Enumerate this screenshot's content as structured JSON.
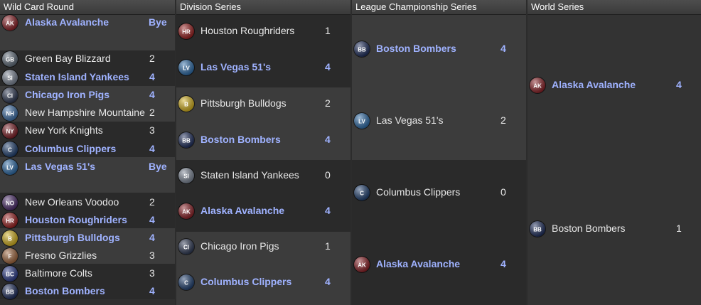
{
  "rounds": [
    {
      "title": "Wild Card Round"
    },
    {
      "title": "Division Series"
    },
    {
      "title": "League Championship Series"
    },
    {
      "title": "World Series"
    }
  ],
  "wildcard": [
    {
      "team": "Alaska Avalanche",
      "score": "Bye",
      "win": true,
      "logo": "alaska-avalanche-logo-icon",
      "color": "#8a1c22",
      "abbr": "AK"
    },
    {
      "team": "Green Bay Blizzard",
      "score": "2",
      "win": false,
      "logo": "green-bay-blizzard-logo-icon",
      "color": "#5d6a78",
      "abbr": "GB"
    },
    {
      "team": "Staten Island Yankees",
      "score": "4",
      "win": true,
      "logo": "staten-island-yankees-logo-icon",
      "color": "#7a8494",
      "abbr": "SI"
    },
    {
      "team": "Chicago Iron Pigs",
      "score": "4",
      "win": true,
      "logo": "chicago-iron-pigs-logo-icon",
      "color": "#2a3550",
      "abbr": "CI"
    },
    {
      "team": "New Hampshire Mountaineers",
      "score": "2",
      "win": false,
      "logo": "new-hampshire-mountaineers-logo-icon",
      "color": "#3b6ea8",
      "abbr": "NH"
    },
    {
      "team": "New York Knights",
      "score": "3",
      "win": false,
      "logo": "new-york-knights-logo-icon",
      "color": "#7a1a22",
      "abbr": "NY"
    },
    {
      "team": "Columbus Clippers",
      "score": "4",
      "win": true,
      "logo": "columbus-clippers-logo-icon",
      "color": "#1c3d6e",
      "abbr": "C"
    },
    {
      "team": "Las Vegas 51's",
      "score": "Bye",
      "win": true,
      "logo": "las-vegas-51s-logo-icon",
      "color": "#2a6aa8",
      "abbr": "LV"
    },
    {
      "team": "New Orleans Voodoo",
      "score": "2",
      "win": false,
      "logo": "new-orleans-voodoo-logo-icon",
      "color": "#4a2a6a",
      "abbr": "NO"
    },
    {
      "team": "Houston Roughriders",
      "score": "4",
      "win": true,
      "logo": "houston-roughriders-logo-icon",
      "color": "#9a1c1c",
      "abbr": "HR"
    },
    {
      "team": "Pittsburgh Bulldogs",
      "score": "4",
      "win": true,
      "logo": "pittsburgh-bulldogs-logo-icon",
      "color": "#d6b21a",
      "abbr": "B"
    },
    {
      "team": "Fresno Grizzlies",
      "score": "3",
      "win": false,
      "logo": "fresno-grizzlies-logo-icon",
      "color": "#a0643a",
      "abbr": "F"
    },
    {
      "team": "Baltimore Colts",
      "score": "3",
      "win": false,
      "logo": "baltimore-colts-logo-icon",
      "color": "#2a3a8a",
      "abbr": "BC"
    },
    {
      "team": "Boston Bombers",
      "score": "4",
      "win": true,
      "logo": "boston-bombers-logo-icon",
      "color": "#1a2a5a",
      "abbr": "BB"
    }
  ],
  "division": [
    {
      "team": "Houston Roughriders",
      "score": "1",
      "win": false,
      "logo": "houston-roughriders-logo-icon",
      "color": "#9a1c1c",
      "abbr": "HR"
    },
    {
      "team": "Las Vegas 51's",
      "score": "4",
      "win": true,
      "logo": "las-vegas-51s-logo-icon",
      "color": "#2a6aa8",
      "abbr": "LV"
    },
    {
      "team": "Pittsburgh Bulldogs",
      "score": "2",
      "win": false,
      "logo": "pittsburgh-bulldogs-logo-icon",
      "color": "#d6b21a",
      "abbr": "B"
    },
    {
      "team": "Boston Bombers",
      "score": "4",
      "win": true,
      "logo": "boston-bombers-logo-icon",
      "color": "#1a2a5a",
      "abbr": "BB"
    },
    {
      "team": "Staten Island Yankees",
      "score": "0",
      "win": false,
      "logo": "staten-island-yankees-logo-icon",
      "color": "#7a8494",
      "abbr": "SI"
    },
    {
      "team": "Alaska Avalanche",
      "score": "4",
      "win": true,
      "logo": "alaska-avalanche-logo-icon",
      "color": "#8a1c22",
      "abbr": "AK"
    },
    {
      "team": "Chicago Iron Pigs",
      "score": "1",
      "win": false,
      "logo": "chicago-iron-pigs-logo-icon",
      "color": "#2a3550",
      "abbr": "CI"
    },
    {
      "team": "Columbus Clippers",
      "score": "4",
      "win": true,
      "logo": "columbus-clippers-logo-icon",
      "color": "#1c3d6e",
      "abbr": "C"
    }
  ],
  "lcs": [
    {
      "team": "Boston Bombers",
      "score": "4",
      "win": true,
      "logo": "boston-bombers-logo-icon",
      "color": "#1a2a5a",
      "abbr": "BB"
    },
    {
      "team": "Las Vegas 51's",
      "score": "2",
      "win": false,
      "logo": "las-vegas-51s-logo-icon",
      "color": "#2a6aa8",
      "abbr": "LV"
    },
    {
      "team": "Columbus Clippers",
      "score": "0",
      "win": false,
      "logo": "columbus-clippers-logo-icon",
      "color": "#1c3d6e",
      "abbr": "C"
    },
    {
      "team": "Alaska Avalanche",
      "score": "4",
      "win": true,
      "logo": "alaska-avalanche-logo-icon",
      "color": "#8a1c22",
      "abbr": "AK"
    }
  ],
  "world": [
    {
      "team": "Alaska Avalanche",
      "score": "4",
      "win": true,
      "logo": "alaska-avalanche-logo-icon",
      "color": "#8a1c22",
      "abbr": "AK"
    },
    {
      "team": "Boston Bombers",
      "score": "1",
      "win": false,
      "logo": "boston-bombers-logo-icon",
      "color": "#1a2a5a",
      "abbr": "BB"
    }
  ],
  "colors": {
    "winner_text": "#9fb2ff",
    "text": "#e8e8e8",
    "header_text": "#ffffff",
    "panel_dark": "#2a2a2a",
    "panel_light": "#3c3c3c"
  }
}
